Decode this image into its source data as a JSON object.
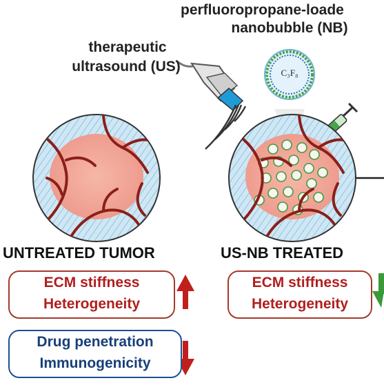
{
  "labels": {
    "nanobubble_line1": "perfluoropropane-loade",
    "nanobubble_line2": "nanobubble (NB)",
    "ultrasound_line1": "therapeutic",
    "ultrasound_line2": "ultrasound (US)",
    "gas_formula": "C₃F₈",
    "untreated_title": "UNTREATED TUMOR",
    "treated_title": "US-NB TREATED"
  },
  "untreated": {
    "box1": [
      "ECM stiffness",
      "Heterogeneity"
    ],
    "box1_trend": "up",
    "box2": [
      "Drug penetration",
      "Immunogenicity"
    ],
    "box2_trend": "down"
  },
  "treated": {
    "box1": [
      "ECM stiffness",
      "Heterogeneity"
    ],
    "box1_trend": "down"
  },
  "colors": {
    "up_arrow": "#c0201c",
    "down_arrow_red": "#c0201c",
    "down_arrow_green": "#3a9a3a",
    "vessel": "#8b1f1a",
    "ecm": "#a9d3ea",
    "tumor_core": "#f0a59a"
  }
}
